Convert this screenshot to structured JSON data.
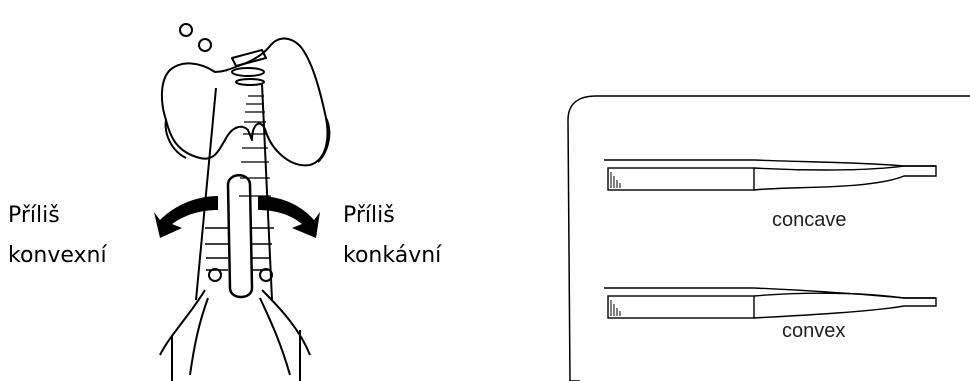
{
  "left_illustration": {
    "label_left_line1": "Příliš",
    "label_left_line2": "konvexní",
    "label_right_line1": "Příliš",
    "label_right_line2": "konkávní"
  },
  "right_illustration": {
    "concave_label": "concave",
    "convex_label": "convex"
  }
}
